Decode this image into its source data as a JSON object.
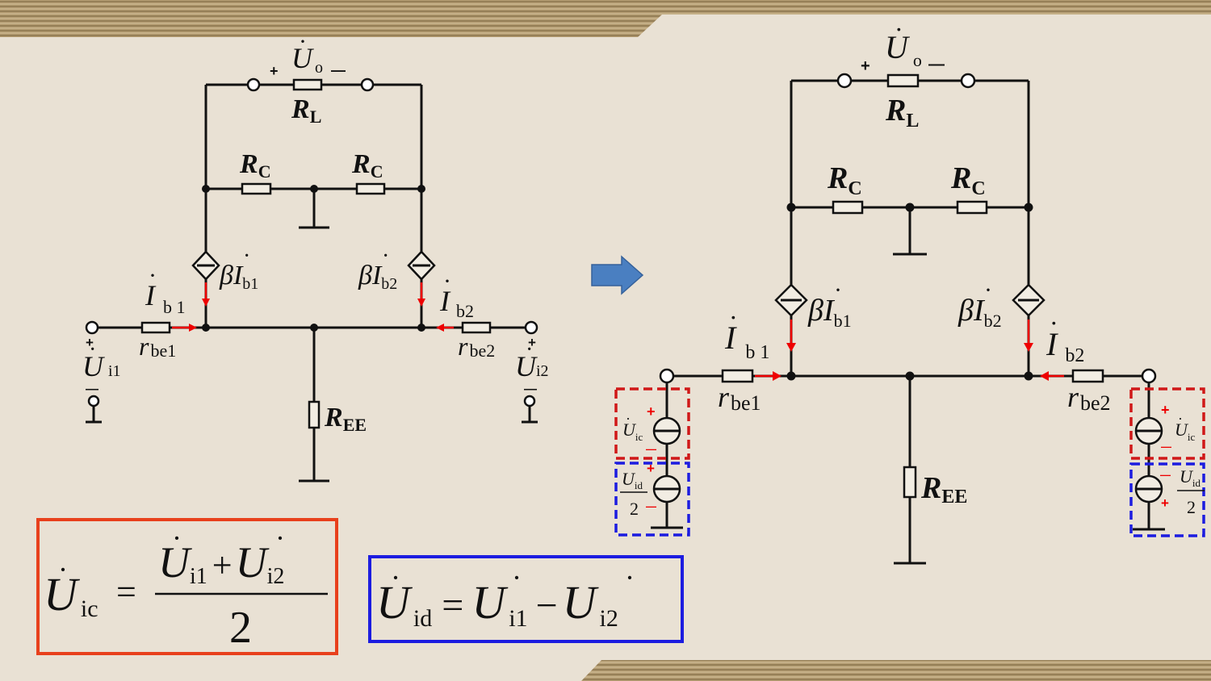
{
  "slide": {
    "colors": {
      "background": "#e9e1d4",
      "common_box": "#e8401c",
      "diff_box": "#1c1ce0",
      "current_arrow": "#e00000",
      "arrow_fill": "#4a7fc1"
    }
  },
  "left_circuit": {
    "uo": {
      "symbol": "U",
      "sub": "o",
      "plus": "+",
      "minus": "—"
    },
    "rl": {
      "symbol": "R",
      "sub": "L"
    },
    "rc1": {
      "symbol": "R",
      "sub": "C"
    },
    "rc2": {
      "symbol": "R",
      "sub": "C"
    },
    "src1": {
      "beta": "β",
      "symbol": "I",
      "sub": "b1"
    },
    "src2": {
      "beta": "β",
      "symbol": "I",
      "sub": "b2"
    },
    "ib1": {
      "symbol": "I",
      "sub": "b 1"
    },
    "ib2": {
      "symbol": "I",
      "sub": "b2"
    },
    "rbe1": {
      "symbol": "r",
      "sub": "be1"
    },
    "rbe2": {
      "symbol": "r",
      "sub": "be2"
    },
    "ui1": {
      "symbol": "U",
      "sub": "i1",
      "plus": "+",
      "minus": "—"
    },
    "ui2": {
      "symbol": "U",
      "sub": "i2",
      "plus": "+",
      "minus": "—"
    },
    "ree": {
      "symbol": "R",
      "sub": "EE"
    }
  },
  "right_circuit": {
    "uo": {
      "symbol": "U",
      "sub": "o",
      "plus": "+",
      "minus": "—"
    },
    "rl": {
      "symbol": "R",
      "sub": "L"
    },
    "rc1": {
      "symbol": "R",
      "sub": "C"
    },
    "rc2": {
      "symbol": "R",
      "sub": "C"
    },
    "src1": {
      "beta": "β",
      "symbol": "I",
      "sub": "b1"
    },
    "src2": {
      "beta": "β",
      "symbol": "I",
      "sub": "b2"
    },
    "ib1": {
      "symbol": "I",
      "sub": "b 1"
    },
    "ib2": {
      "symbol": "I",
      "sub": "b2"
    },
    "rbe1": {
      "symbol": "r",
      "sub": "be1"
    },
    "rbe2": {
      "symbol": "r",
      "sub": "be2"
    },
    "ree": {
      "symbol": "R",
      "sub": "EE"
    },
    "left_sources": {
      "common": {
        "symbol": "U",
        "sub": "ic",
        "plus": "+",
        "minus": "—"
      },
      "diff": {
        "symbol": "U",
        "sub": "id",
        "den": "2",
        "plus": "+",
        "minus": "—"
      }
    },
    "right_sources": {
      "common": {
        "symbol": "U",
        "sub": "ic",
        "plus": "+",
        "minus": "—"
      },
      "diff": {
        "symbol": "U",
        "sub": "id",
        "den": "2",
        "plus": "+",
        "minus": "—"
      }
    }
  },
  "equations": {
    "common": {
      "lhs": "U",
      "lhs_sub": "ic",
      "eq": "=",
      "t1": "U",
      "t1_sub": "i1",
      "op": "+",
      "t2": "U",
      "t2_sub": "i2",
      "den": "2"
    },
    "diff": {
      "lhs": "U",
      "lhs_sub": "id",
      "eq": "=",
      "t1": "U",
      "t1_sub": "i1",
      "op": "−",
      "t2": "U",
      "t2_sub": "i2"
    }
  }
}
